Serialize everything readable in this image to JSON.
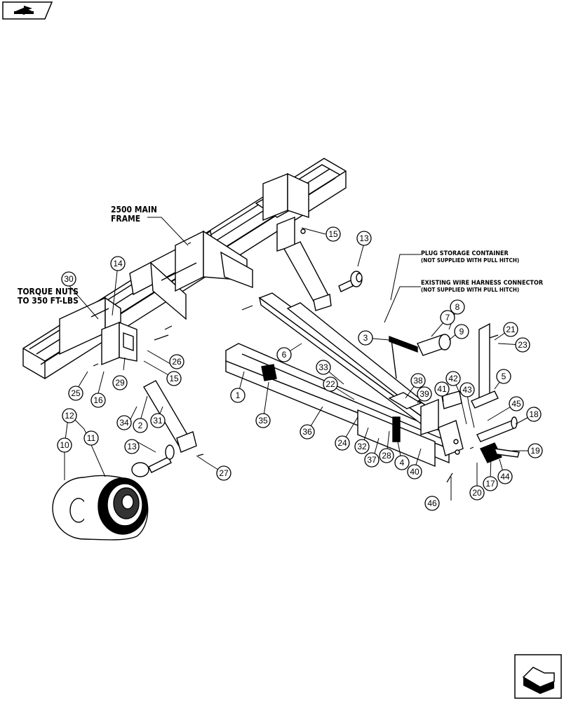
{
  "labels": {
    "main_frame_line1": "2500 MAIN",
    "main_frame_line2": "FRAME",
    "torque_line1": "TORQUE NUTS",
    "torque_line2": "TO 350 FT-LBS",
    "plug_line1": "PLUG STORAGE CONTAINER",
    "plug_line2": "(NOT SUPPLIED WITH PULL HITCH)",
    "harness_line1": "EXISTING WIRE HARNESS CONNECTOR",
    "harness_line2": "(NOT SUPPLIED WITH PULL HITCH)"
  },
  "callouts": [
    {
      "id": "c1",
      "text": "1"
    },
    {
      "id": "c2",
      "text": "2"
    },
    {
      "id": "c3",
      "text": "3"
    },
    {
      "id": "c4",
      "text": "4"
    },
    {
      "id": "c5",
      "text": "5"
    },
    {
      "id": "c6",
      "text": "6"
    },
    {
      "id": "c7",
      "text": "7"
    },
    {
      "id": "c8",
      "text": "8"
    },
    {
      "id": "c9",
      "text": "9"
    },
    {
      "id": "c10",
      "text": "10"
    },
    {
      "id": "c11",
      "text": "11"
    },
    {
      "id": "c12",
      "text": "12"
    },
    {
      "id": "c13a",
      "text": "13"
    },
    {
      "id": "c13b",
      "text": "13"
    },
    {
      "id": "c14",
      "text": "14"
    },
    {
      "id": "c15a",
      "text": "15"
    },
    {
      "id": "c15b",
      "text": "15"
    },
    {
      "id": "c16",
      "text": "16"
    },
    {
      "id": "c17",
      "text": "17"
    },
    {
      "id": "c18",
      "text": "18"
    },
    {
      "id": "c19",
      "text": "19"
    },
    {
      "id": "c20",
      "text": "20"
    },
    {
      "id": "c21",
      "text": "21"
    },
    {
      "id": "c22",
      "text": "22"
    },
    {
      "id": "c23",
      "text": "23"
    },
    {
      "id": "c24",
      "text": "24"
    },
    {
      "id": "c25",
      "text": "25"
    },
    {
      "id": "c26",
      "text": "26"
    },
    {
      "id": "c27",
      "text": "27"
    },
    {
      "id": "c28",
      "text": "28"
    },
    {
      "id": "c29",
      "text": "29"
    },
    {
      "id": "c30",
      "text": "30"
    },
    {
      "id": "c31",
      "text": "31"
    },
    {
      "id": "c32",
      "text": "32"
    },
    {
      "id": "c33",
      "text": "33"
    },
    {
      "id": "c34",
      "text": "34"
    },
    {
      "id": "c35",
      "text": "35"
    },
    {
      "id": "c36",
      "text": "36"
    },
    {
      "id": "c37",
      "text": "37"
    },
    {
      "id": "c38",
      "text": "38"
    },
    {
      "id": "c39",
      "text": "39"
    },
    {
      "id": "c40",
      "text": "40"
    },
    {
      "id": "c41",
      "text": "41"
    },
    {
      "id": "c42",
      "text": "42"
    },
    {
      "id": "c43",
      "text": "43"
    },
    {
      "id": "c44",
      "text": "44"
    },
    {
      "id": "c45",
      "text": "45"
    },
    {
      "id": "c46",
      "text": "46"
    }
  ],
  "nav": {
    "top_icon": "book-arrow-icon",
    "bottom_icon": "book-back-icon"
  }
}
